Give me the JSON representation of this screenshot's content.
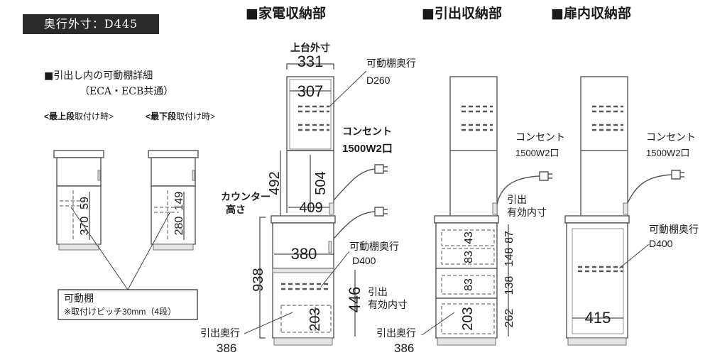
{
  "header": {
    "depth_badge": "奥行外寸：D445",
    "sections": {
      "appliance": "■家電収納部",
      "drawer": "■引出収納部",
      "door": "■扉内収納部"
    }
  },
  "left_panel": {
    "title": "■引出し内の可動棚詳細",
    "subtitle": "（ECA・ECB共通）",
    "top_caption_bold": "<最上段",
    "top_caption_rest": "取付け時>",
    "bottom_caption_bold": "<最下段",
    "bottom_caption_rest": "取付け時>",
    "top_dims": {
      "a": "59",
      "b": "370"
    },
    "bottom_dims": {
      "a": "149",
      "b": "280"
    },
    "shelf_box_title": "可動棚",
    "shelf_box_note": "※取付けピッチ30mm（4段）"
  },
  "appliance": {
    "upper_label": "上台外寸",
    "width_outer": "331",
    "width_inner": "307",
    "shelf_depth_label": "可動棚奥行",
    "shelf_depth_value": "D260",
    "outlet_label": "コンセント",
    "outlet_value": "1500W2口",
    "height_492": "492",
    "height_504": "504",
    "counter_label_1": "カウンター",
    "counter_label_2": "高さ",
    "width_409": "409",
    "width_380": "380",
    "lower_shelf_label": "可動棚奥行",
    "lower_shelf_value": "D400",
    "height_938": "938",
    "drawer_depth_446": "446",
    "drawer_depth_label_1": "引出",
    "drawer_depth_label_2": "有効内寸",
    "inner_203": "203",
    "pull_depth_label": "引出奥行",
    "pull_depth_value": "386"
  },
  "drawer": {
    "outlet_label": "コンセント",
    "outlet_value": "1500W2口",
    "eff_label_1": "引出",
    "eff_label_2": "有効内寸",
    "inner_dims": [
      "43",
      "83",
      "83",
      "203"
    ],
    "outer_dims": [
      "87",
      "148",
      "138",
      "262"
    ],
    "pull_depth_label": "引出奥行",
    "pull_depth_value": "386"
  },
  "door": {
    "outlet_label": "コンセント",
    "outlet_value": "1500W2口",
    "shelf_label": "可動棚奥行",
    "shelf_value": "D400",
    "width_415": "415"
  }
}
